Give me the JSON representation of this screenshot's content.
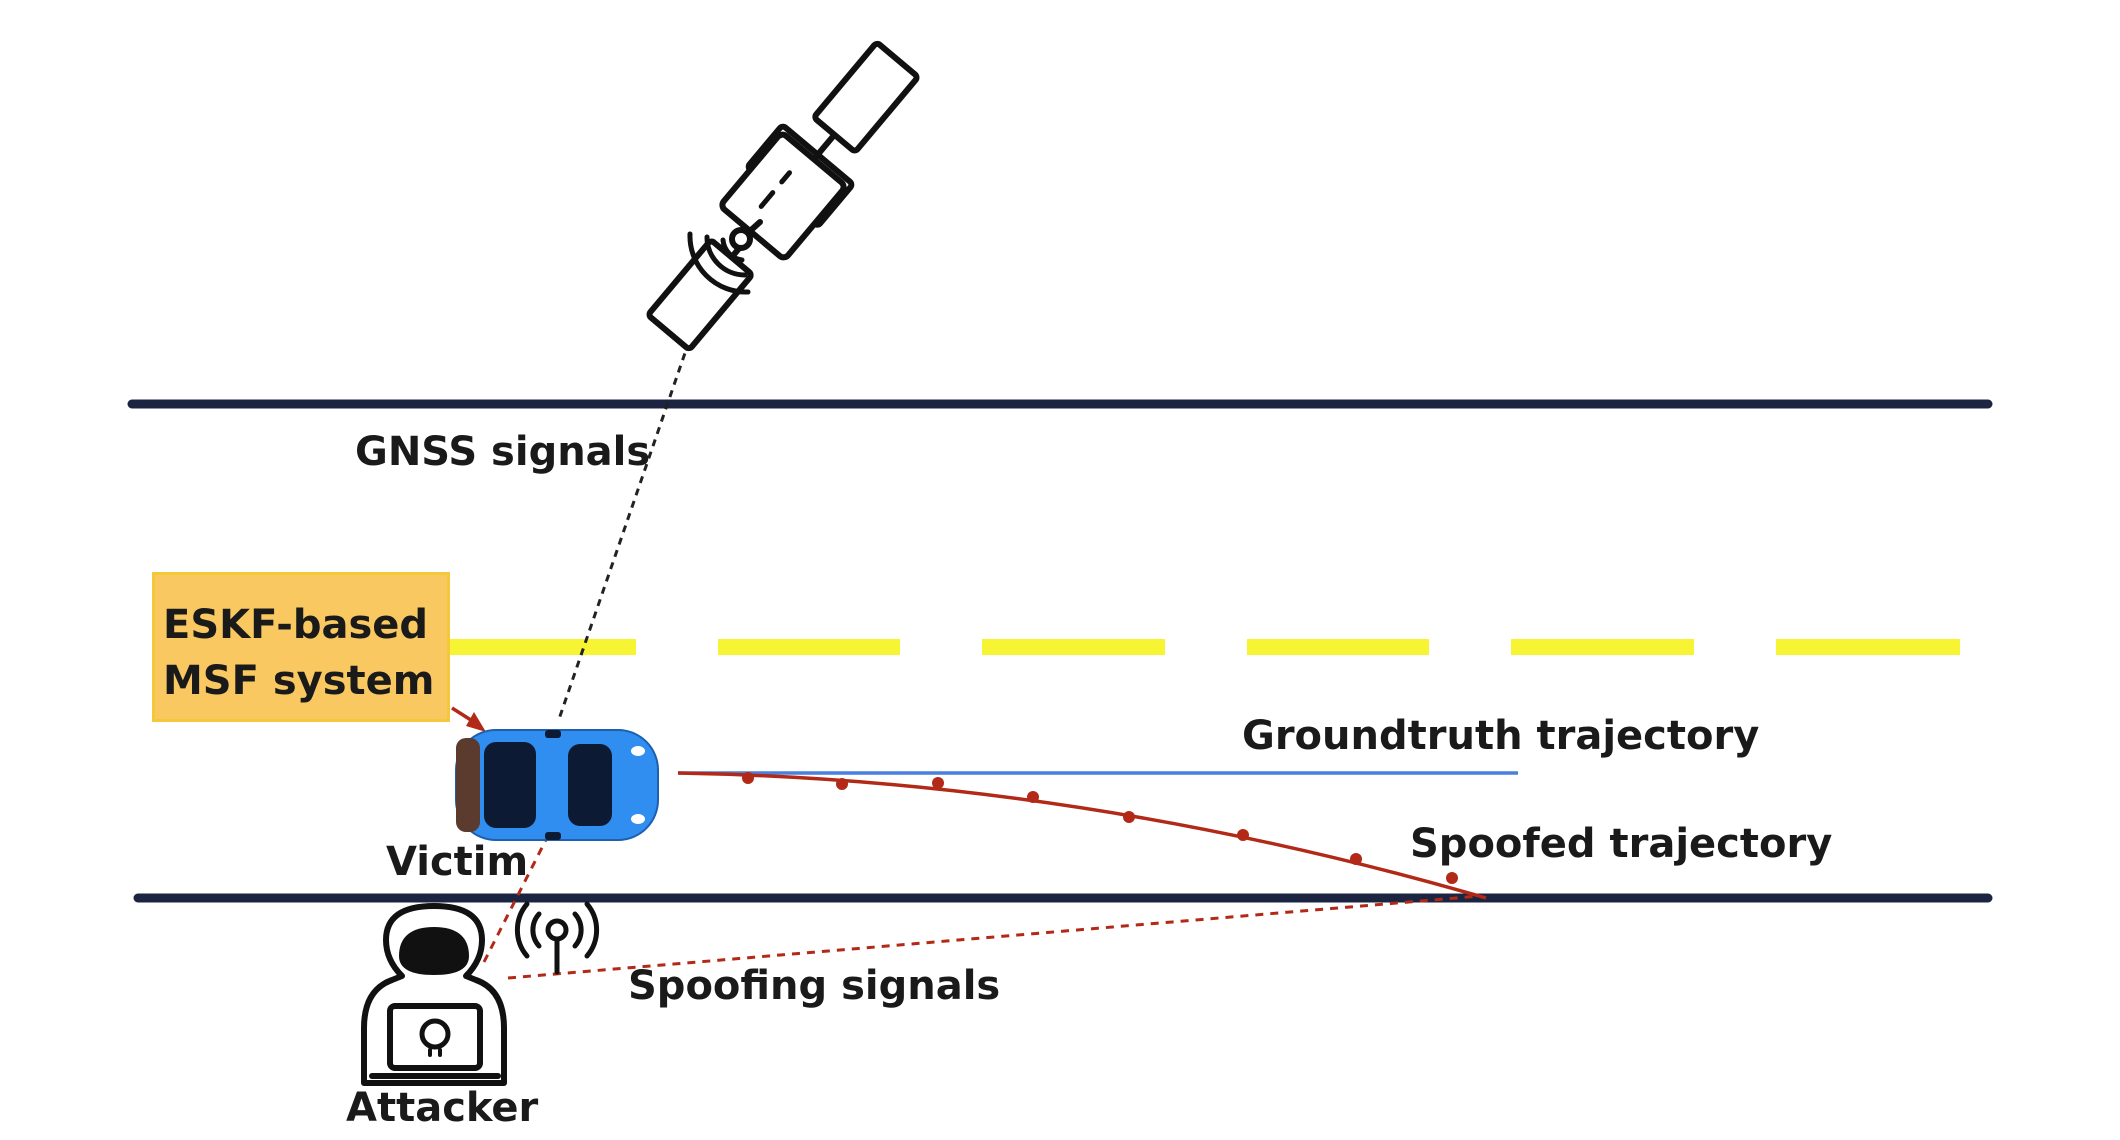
{
  "labels": {
    "gnss_signals": "GNSS signals",
    "eskf_line1": "ESKF-based",
    "eskf_line2": "MSF system",
    "groundtruth": "Groundtruth trajectory",
    "spoofed": "Spoofed trajectory",
    "victim": "Victim",
    "spoofing_signals": "Spoofing signals",
    "attacker": "Attacker"
  },
  "colors": {
    "road_edge": "#1b2541",
    "lane_dash": "#f6f433",
    "groundtruth_line": "#4a7fe0",
    "spoofed_line": "#b22a17",
    "eskf_box": "#f9c860",
    "car_body": "#2f8ef0",
    "icon_stroke": "#111111"
  },
  "icons": [
    "satellite-icon",
    "car-icon",
    "attacker-icon",
    "antenna-icon"
  ]
}
